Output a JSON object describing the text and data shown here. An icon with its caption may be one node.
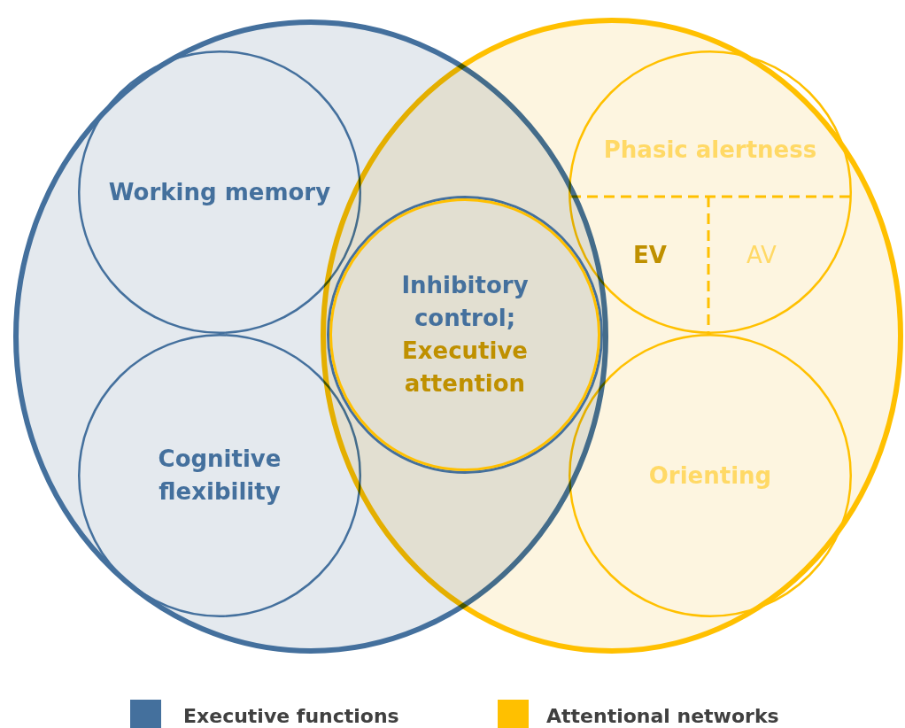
{
  "diagram": {
    "nodes": [
      {
        "text": [],
        "shape": "ellipse"
      },
      {
        "text": [],
        "shape": "ellipse"
      },
      {
        "text": [
          "Working memory"
        ],
        "in": 0
      },
      {
        "text": [
          "Cognitive flexibility"
        ],
        "in": 0
      },
      {
        "text": [
          "Inhibitory control;",
          "Executive attention"
        ]
      },
      {
        "text": [
          "Phasic alertness"
        ],
        "in": 1
      },
      {
        "text": [
          "Orienting"
        ],
        "in": 1
      }
    ],
    "labels": [
      "EV",
      "AV"
    ],
    "legend": [
      {
        "text": "Executive functions",
        "color": "#44709d"
      },
      {
        "text": "Attentional networks",
        "color": "#ffc000"
      }
    ]
  }
}
